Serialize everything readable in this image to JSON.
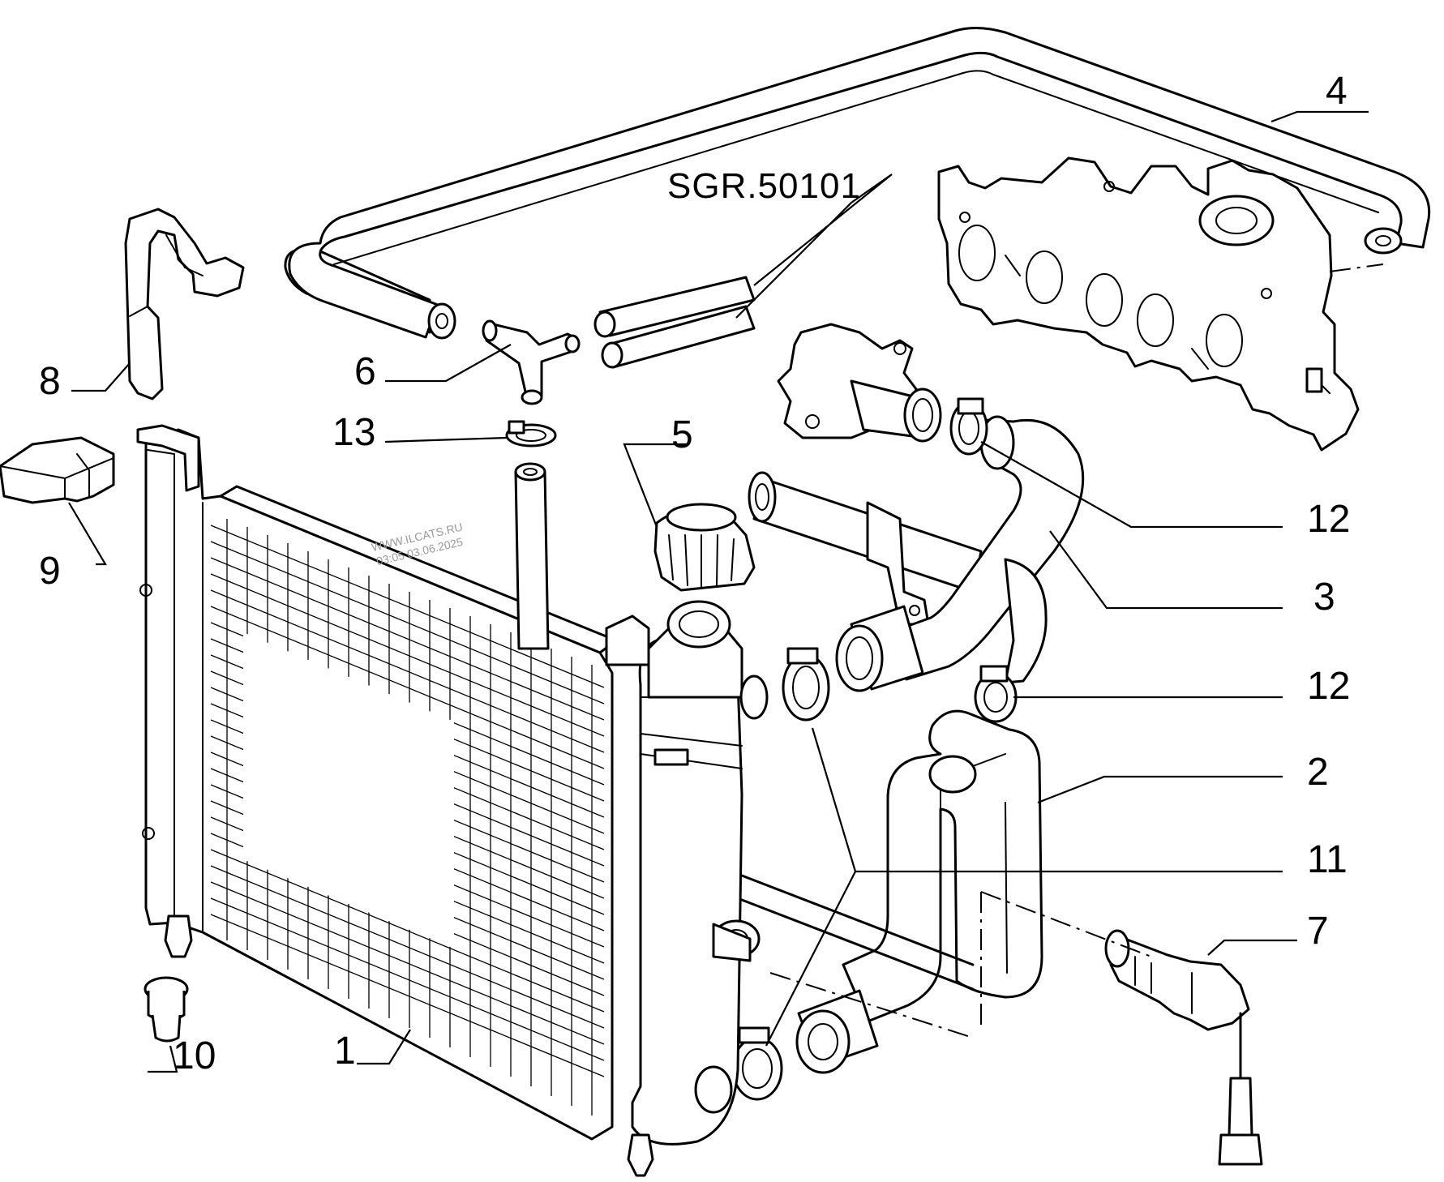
{
  "reference_label": "SGR.50101",
  "watermark": {
    "site": "WWW.ILCATS.RU",
    "timestamp": "03:05 03.06.2025"
  },
  "callouts": {
    "c1": "1",
    "c2": "2",
    "c3": "3",
    "c4": "4",
    "c5": "5",
    "c6": "6",
    "c7": "7",
    "c8": "8",
    "c9": "9",
    "c10": "10",
    "c11": "11",
    "c12a": "12",
    "c12b": "12",
    "c13": "13"
  }
}
